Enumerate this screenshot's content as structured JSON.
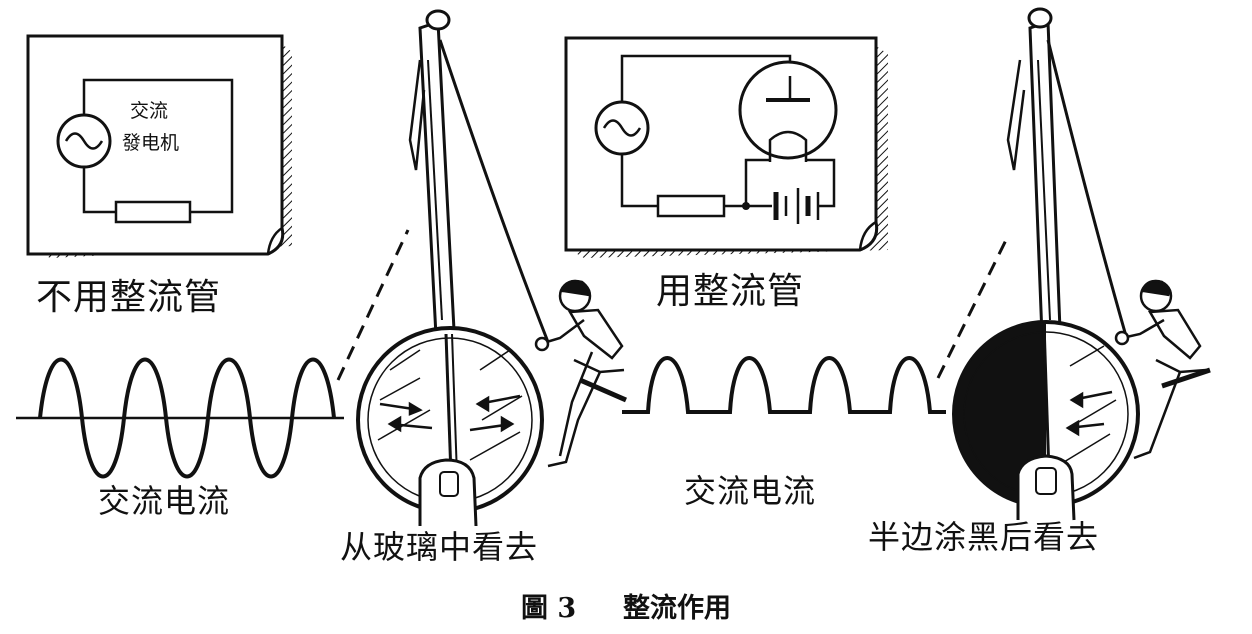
{
  "panel_left": {
    "generator_label_line1": "交流",
    "generator_label_line2": "發电机",
    "heading": "不用整流管",
    "wave_label": "交流电流",
    "view_label": "从玻璃中看去"
  },
  "panel_right": {
    "heading": "用整流管",
    "wave_label": "交流电流",
    "view_label": "半边涂黑后看去"
  },
  "caption": {
    "figure_no": "圖 3",
    "title": "整流作用"
  }
}
